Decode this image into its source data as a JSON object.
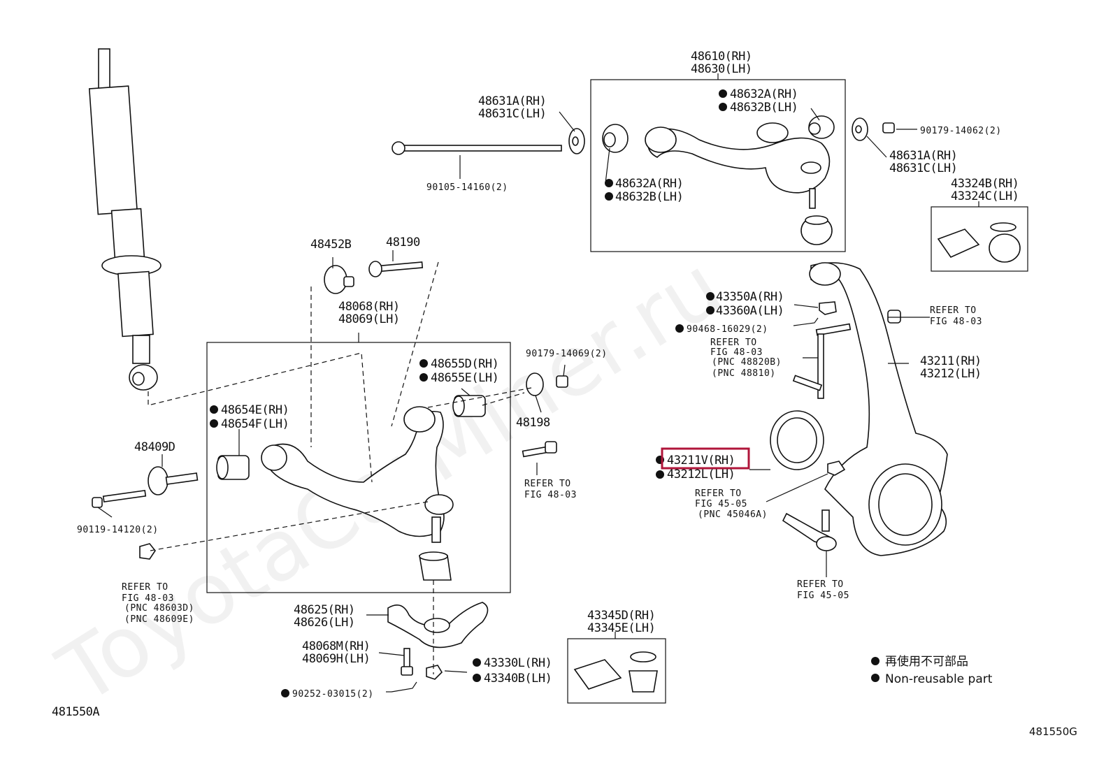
{
  "watermark": "ToyotaCarMiner.ru",
  "diagram_code_left": "481550A",
  "diagram_code_right": "481550G",
  "highlight_color": "#b0153a",
  "labels": {
    "upper_arm_rh": "48610(RH)",
    "upper_arm_lh": "48630(LH)",
    "cam_plate_rh": "48631A(RH)",
    "cam_plate_lh": "48631C(LH)",
    "bolt_90105": "90105-14160(2)",
    "bush_top_rh": "48632A(RH)",
    "bush_top_lh": "48632B(LH)",
    "bush_left_rh": "48632A(RH)",
    "bush_left_lh": "48632B(LH)",
    "nut_90179_14062": "90179-14062(2)",
    "cam_plate_r_rh": "48631A(RH)",
    "cam_plate_r_lh": "48631C(LH)",
    "boot_kit_rh": "43324B(RH)",
    "boot_kit_lh": "43324C(LH)",
    "p48452b": "48452B",
    "p48190": "48190",
    "lower_arm_rh": "48068(RH)",
    "lower_arm_lh": "48069(LH)",
    "nut_43350a": "43350A(RH)",
    "nut_43360a": "43360A(LH)",
    "pin_90468": "90468-16029(2)",
    "refer_to_1": "REFER TO",
    "fig_48_03_a": "FIG 48-03",
    "refer_to_2": "REFER TO",
    "fig_48_03_b": "FIG 48-03",
    "pnc_48820b": "(PNC 48820B)",
    "pnc_48810": "(PNC 48810)",
    "knuckle_rh": "43211(RH)",
    "knuckle_lh": "43212(LH)",
    "nut_90179_14069": "90179-14069(2)",
    "bush_48655d": "48655D(RH)",
    "bush_48655e": "48655E(LH)",
    "bush_48654e": "48654E(RH)",
    "bush_48654f": "48654F(LH)",
    "p48198": "48198",
    "p48409d": "48409D",
    "bolt_90119": "90119-14120(2)",
    "refer_to_3": "REFER TO",
    "fig_48_03_c": "FIG 48-03",
    "knuckle_v_rh": "43211V(RH)",
    "knuckle_l_lh": "43212L(LH)",
    "refer_to_4": "REFER TO",
    "fig_45_05_a": "FIG 45-05",
    "pnc_45046a": "(PNC 45046A)",
    "refer_to_5": "REFER TO",
    "fig_48_03_d": "FIG 48-03",
    "pnc_48603d": "(PNC 48603D)",
    "pnc_48609e": "(PNC 48609E)",
    "refer_to_6": "REFER TO",
    "fig_45_05_b": "FIG 45-05",
    "bracket_rh": "48625(RH)",
    "bracket_lh": "48626(LH)",
    "bolt_48068m": "48068M(RH)",
    "bolt_48069h": "48069H(LH)",
    "nut_43330l": "43330L(RH)",
    "nut_43340b": "43340B(LH)",
    "boot_kit2_rh": "43345D(RH)",
    "boot_kit2_lh": "43345E(LH)",
    "pin_90252": "90252-03015(2)"
  },
  "legend": {
    "japanese": "再使用不可部品",
    "english": "Non-reusable part"
  }
}
